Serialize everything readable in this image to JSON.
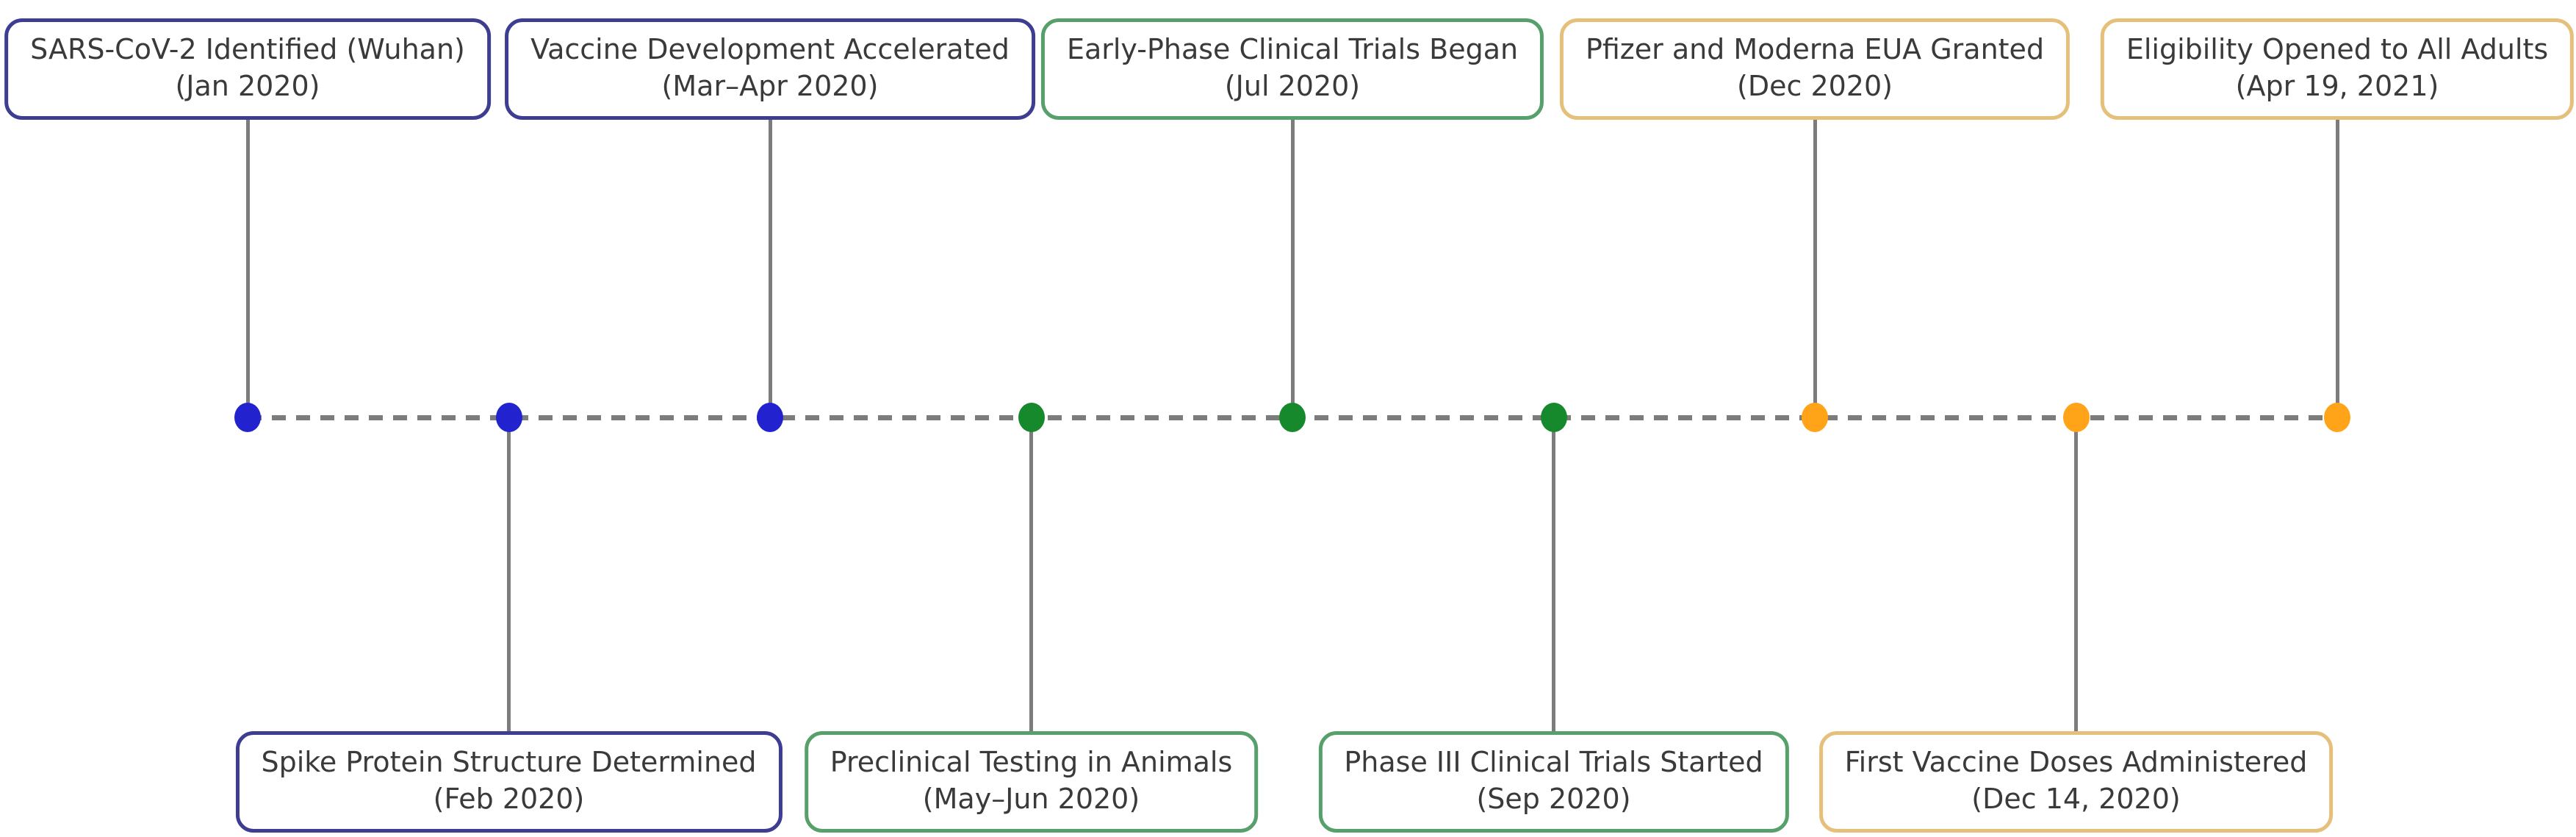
{
  "timeline": {
    "milestones": [
      {
        "title": "SARS-CoV-2 Identified (Wuhan)",
        "date": "(Jan 2020)",
        "color": "blue",
        "side": "top"
      },
      {
        "title": "Spike Protein Structure Determined",
        "date": "(Feb 2020)",
        "color": "blue",
        "side": "bottom"
      },
      {
        "title": "Vaccine Development Accelerated",
        "date": "(Mar–Apr 2020)",
        "color": "blue",
        "side": "top"
      },
      {
        "title": "Preclinical Testing in Animals",
        "date": "(May–Jun 2020)",
        "color": "green",
        "side": "bottom"
      },
      {
        "title": "Early-Phase Clinical Trials Began",
        "date": "(Jul 2020)",
        "color": "green",
        "side": "top"
      },
      {
        "title": "Phase III Clinical Trials Started",
        "date": "(Sep 2020)",
        "color": "green",
        "side": "bottom"
      },
      {
        "title": "Pfizer and Moderna EUA Granted",
        "date": "(Dec 2020)",
        "color": "orange",
        "side": "top"
      },
      {
        "title": "First Vaccine Doses Administered",
        "date": "(Dec 14, 2020)",
        "color": "orange",
        "side": "bottom"
      },
      {
        "title": "Eligibility Opened to All Adults",
        "date": "(Apr 19, 2021)",
        "color": "orange",
        "side": "top"
      }
    ],
    "colors": {
      "blue": {
        "dot": "#2222cf",
        "border": "#3d3d91"
      },
      "green": {
        "dot": "#17892d",
        "border": "#57a06c"
      },
      "orange": {
        "dot": "#ffa418",
        "border": "#e5c07b"
      },
      "axis": "#7c7c7c",
      "text": "#3a3a3a"
    }
  }
}
